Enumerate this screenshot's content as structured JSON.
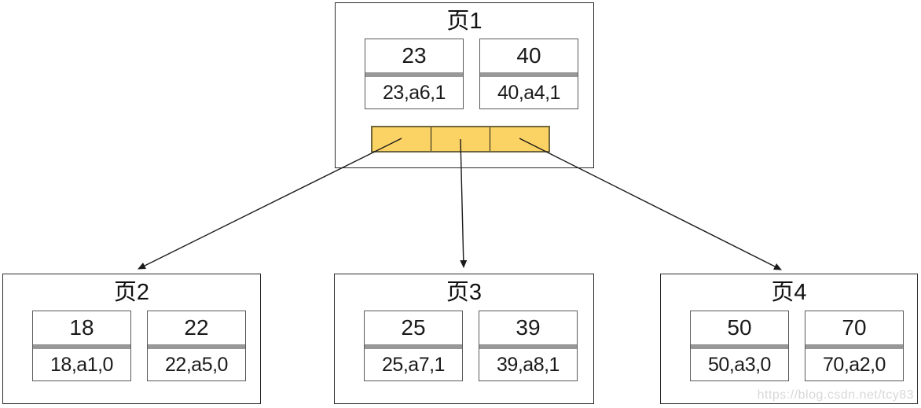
{
  "diagram": {
    "type": "btree-index-pages",
    "watermark": "https://blog.csdn.net/tcy83",
    "colors": {
      "pointer_fill": "#FBD264",
      "pointer_border": "#6F673B",
      "record_separator": "#989898",
      "page_border": "#2B2B2B",
      "cell_border": "#595959",
      "arrow": "#1A1A1A",
      "watermark_text": "#D8D8D8"
    },
    "pages": [
      {
        "id": "page1",
        "title": "页1",
        "role": "root",
        "records": [
          {
            "key": "23",
            "value": "23,a6,1"
          },
          {
            "key": "40",
            "value": "40,a4,1"
          }
        ],
        "pointer_slots": 3
      },
      {
        "id": "page2",
        "title": "页2",
        "role": "leaf",
        "records": [
          {
            "key": "18",
            "value": "18,a1,0"
          },
          {
            "key": "22",
            "value": "22,a5,0"
          }
        ]
      },
      {
        "id": "page3",
        "title": "页3",
        "role": "leaf",
        "records": [
          {
            "key": "25",
            "value": "25,a7,1"
          },
          {
            "key": "39",
            "value": "39,a8,1"
          }
        ]
      },
      {
        "id": "page4",
        "title": "页4",
        "role": "leaf",
        "records": [
          {
            "key": "50",
            "value": "50,a3,0"
          },
          {
            "key": "70",
            "value": "70,a2,0"
          }
        ]
      }
    ],
    "edges": [
      {
        "from": "page1.pointer-slot-1",
        "to": "page2"
      },
      {
        "from": "page1.pointer-slot-2",
        "to": "page3"
      },
      {
        "from": "page1.pointer-slot-3",
        "to": "page4"
      }
    ]
  }
}
